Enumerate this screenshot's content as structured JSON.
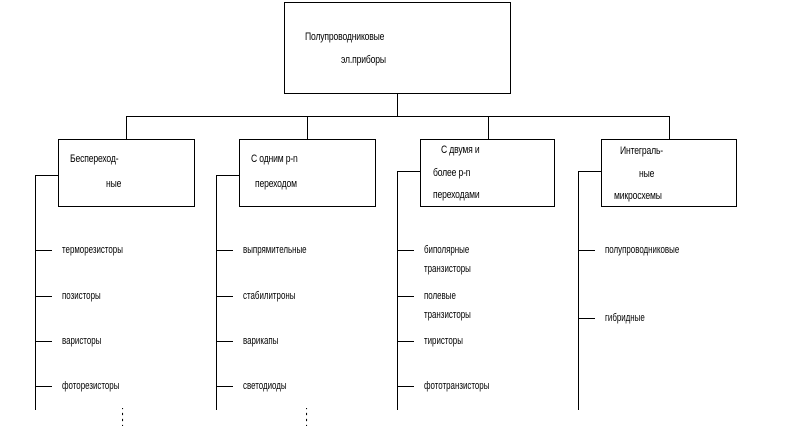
{
  "root": {
    "line1": "Полупроводниковые",
    "line2": "эл.приборы"
  },
  "categories": [
    {
      "lines": [
        "Беспереход-",
        "ные"
      ],
      "items": [
        [
          "терморезисторы"
        ],
        [
          "позисторы"
        ],
        [
          "варисторы"
        ],
        [
          "фоторезисторы"
        ]
      ]
    },
    {
      "lines": [
        "С одним p-n",
        "переходом"
      ],
      "items": [
        [
          "выпрямительные"
        ],
        [
          "стабилитроны"
        ],
        [
          "варикапы"
        ],
        [
          "светодиоды"
        ]
      ]
    },
    {
      "lines": [
        "С двумя и",
        "более p-n",
        "переходами"
      ],
      "items": [
        [
          "биполярные",
          "транзисторы"
        ],
        [
          "полевые",
          "транзисторы"
        ],
        [
          "тиристоры"
        ],
        [
          "фототранзисторы"
        ]
      ]
    },
    {
      "lines": [
        "Интеграль-",
        "ные",
        "микросхемы"
      ],
      "items": [
        [
          "полупроводниковые"
        ],
        [
          "гибридные"
        ]
      ]
    }
  ],
  "ellipsis": ":"
}
